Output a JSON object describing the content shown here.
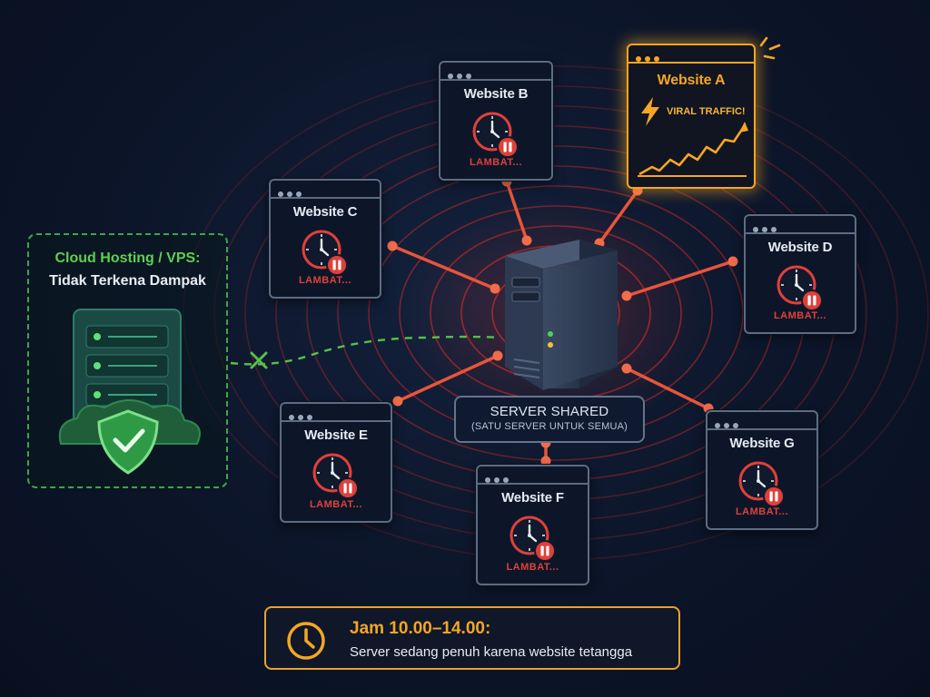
{
  "colors": {
    "accent": "#f5a623",
    "slow": "#e0403a",
    "link": "#e8553a",
    "cloud": "#3ea64a",
    "ring": "#c62828"
  },
  "websites": [
    {
      "id": "a",
      "title": "Website A",
      "badge": "VIRAL TRAFFIC!",
      "icon": "lightning-icon",
      "highlight": true
    },
    {
      "id": "b",
      "title": "Website B",
      "status": "LAMBAT...",
      "icon": "clock-paused-icon"
    },
    {
      "id": "c",
      "title": "Website C",
      "status": "LAMBAT...",
      "icon": "clock-paused-icon"
    },
    {
      "id": "d",
      "title": "Website D",
      "status": "LAMBAT...",
      "icon": "clock-paused-icon"
    },
    {
      "id": "e",
      "title": "Website E",
      "status": "LAMBAT...",
      "icon": "clock-paused-icon"
    },
    {
      "id": "f",
      "title": "Website F",
      "status": "LAMBAT...",
      "icon": "clock-paused-icon"
    },
    {
      "id": "g",
      "title": "Website G",
      "status": "LAMBAT...",
      "icon": "clock-paused-icon"
    }
  ],
  "server": {
    "label": "SERVER SHARED",
    "sublabel": "(SATU SERVER UNTUK SEMUA)",
    "icon": "server-tower-icon"
  },
  "cloud": {
    "title": "Cloud Hosting / VPS:",
    "subtitle": "Tidak Terkena Dampak",
    "icon": "shield-check-icon",
    "link_icon": "cross-icon"
  },
  "notice": {
    "title": "Jam 10.00–14.00:",
    "text": "Server sedang penuh karena website tetangga",
    "icon": "clock-icon"
  }
}
